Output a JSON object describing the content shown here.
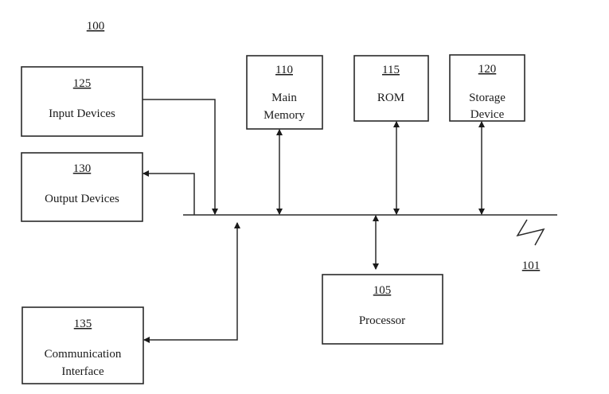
{
  "figure": {
    "ref": "100",
    "bus": {
      "ref": "101"
    },
    "blocks": [
      {
        "id": "input-devices",
        "ref": "125",
        "lines": [
          "Input Devices"
        ]
      },
      {
        "id": "output-devices",
        "ref": "130",
        "lines": [
          "Output Devices"
        ]
      },
      {
        "id": "communication-interface",
        "ref": "135",
        "lines": [
          "Communication",
          "Interface"
        ]
      },
      {
        "id": "main-memory",
        "ref": "110",
        "lines": [
          "Main",
          "Memory"
        ]
      },
      {
        "id": "rom",
        "ref": "115",
        "lines": [
          "ROM"
        ]
      },
      {
        "id": "storage-device",
        "ref": "120",
        "lines": [
          "Storage",
          "Device"
        ]
      },
      {
        "id": "processor",
        "ref": "105",
        "lines": [
          "Processor"
        ]
      }
    ],
    "connections": [
      {
        "from": "input-devices",
        "to": "bus",
        "direction": "to-bus"
      },
      {
        "from": "bus",
        "to": "output-devices",
        "direction": "from-bus"
      },
      {
        "from": "communication-interface",
        "to": "bus",
        "direction": "bidirectional"
      },
      {
        "from": "main-memory",
        "to": "bus",
        "direction": "bidirectional"
      },
      {
        "from": "rom",
        "to": "bus",
        "direction": "bidirectional"
      },
      {
        "from": "storage-device",
        "to": "bus",
        "direction": "bidirectional"
      },
      {
        "from": "processor",
        "to": "bus",
        "direction": "bidirectional"
      }
    ]
  }
}
